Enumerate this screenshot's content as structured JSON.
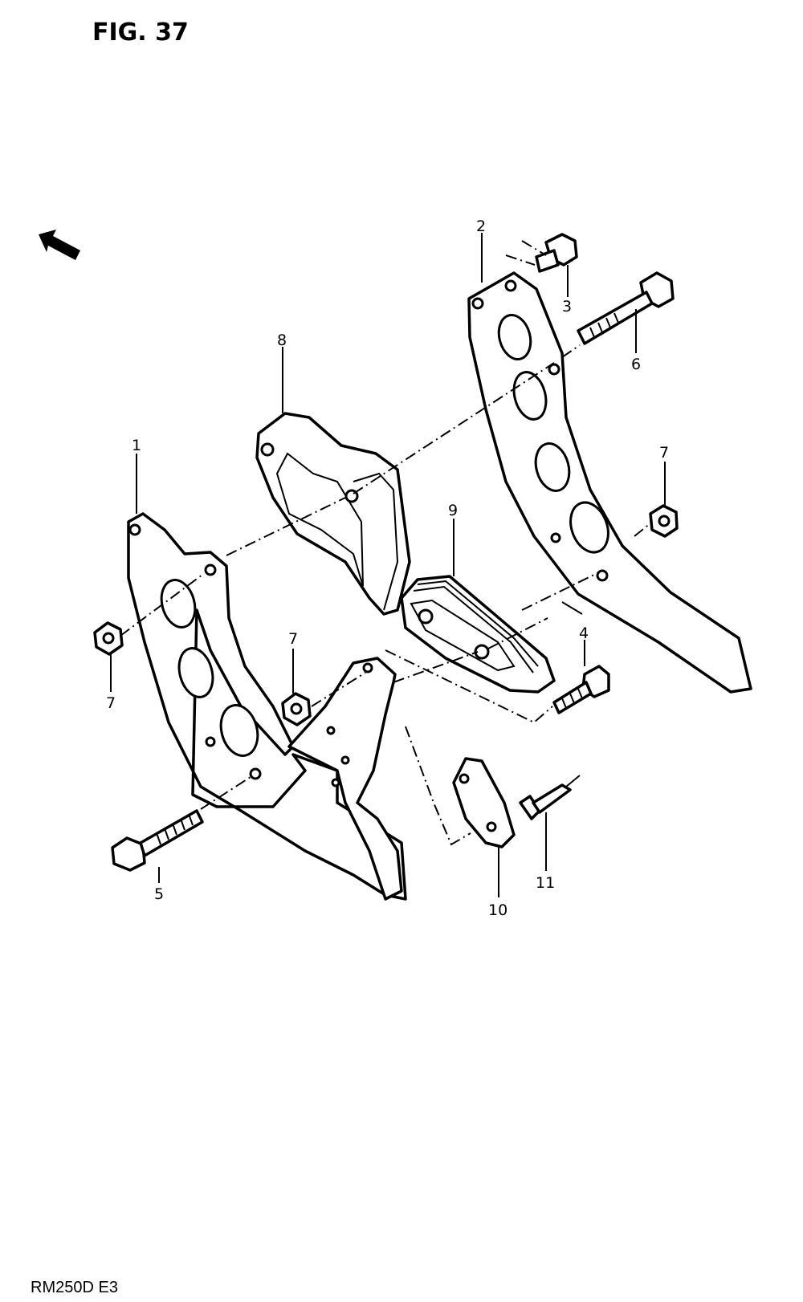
{
  "figure": {
    "title": "FIG. 37",
    "footer": "RM250D E3"
  },
  "callouts": [
    {
      "id": "p1",
      "text": "1"
    },
    {
      "id": "p2",
      "text": "2"
    },
    {
      "id": "p3",
      "text": "3"
    },
    {
      "id": "p4",
      "text": "4"
    },
    {
      "id": "p5",
      "text": "5"
    },
    {
      "id": "p6",
      "text": "6"
    },
    {
      "id": "p7a",
      "text": "7"
    },
    {
      "id": "p7b",
      "text": "7"
    },
    {
      "id": "p7c",
      "text": "7"
    },
    {
      "id": "p8",
      "text": "8"
    },
    {
      "id": "p9",
      "text": "9"
    },
    {
      "id": "p10",
      "text": "10"
    },
    {
      "id": "p11",
      "text": "11"
    }
  ],
  "icons": {
    "direction_arrow": "front-direction-arrow-icon"
  },
  "colors": {
    "line": "#000000",
    "background": "#ffffff"
  }
}
